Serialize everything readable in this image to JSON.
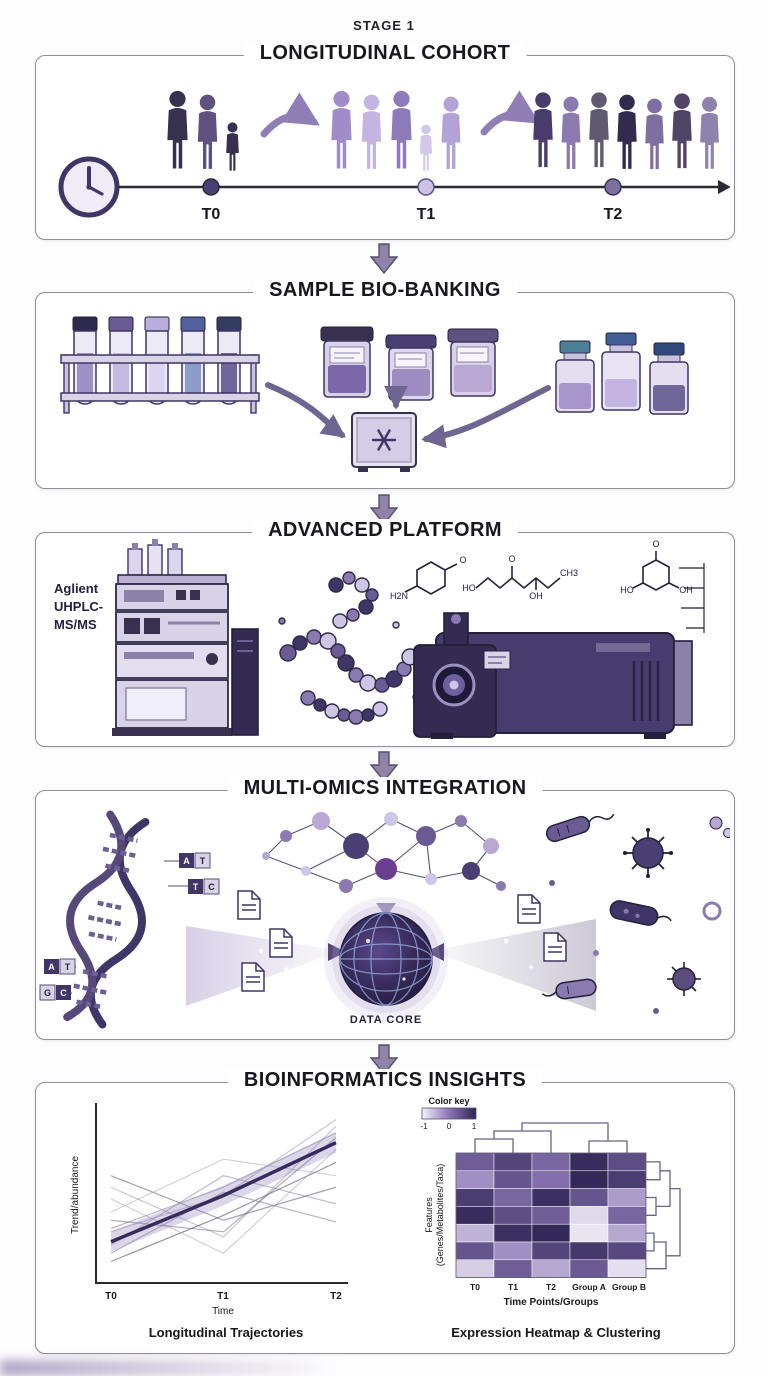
{
  "stage_label": "STAGE 1",
  "cohort": {
    "title": "LONGITUDINAL COHORT",
    "timepoints": [
      "T0",
      "T1",
      "T2"
    ]
  },
  "biobank": {
    "title": "SAMPLE BIO-BANKING"
  },
  "platform": {
    "title": "ADVANCED PLATFORM",
    "instrument_lines": [
      "Aglient",
      "UHPLC-",
      "MS/MS"
    ],
    "chem_labels": [
      "O",
      "H2N",
      "HO",
      "O",
      "OH",
      "CH3",
      "O",
      "HO",
      "OH"
    ]
  },
  "omics": {
    "title": "MULTI-OMICS INTEGRATION",
    "core_label": "DATA CORE",
    "base_tags": [
      [
        "A",
        "T"
      ],
      [
        "T",
        "C"
      ],
      [
        "A",
        "T"
      ],
      [
        "G",
        "C"
      ]
    ]
  },
  "insights": {
    "title": "BIOINFORMATICS INSIGHTS",
    "color_key_label": "Color key",
    "color_key_ticks": [
      "-1",
      "0",
      "1"
    ]
  },
  "colors": {
    "deep_purple": "#3f3566",
    "purple": "#7c6aa6",
    "lavender": "#cfc5e5",
    "arrow": "#8d84a8",
    "box_border": "#8f8f9c"
  },
  "chart_data": [
    {
      "type": "line",
      "title": "Longitudinal Trajectories",
      "x": [
        "T0",
        "T1",
        "T2"
      ],
      "xlabel": "Time",
      "ylabel": "Trend/abundance",
      "ylim": [
        0,
        1
      ],
      "series": [
        [
          0.3,
          0.55,
          0.88
        ],
        [
          0.55,
          0.25,
          0.92
        ],
        [
          0.2,
          0.62,
          0.45
        ],
        [
          0.1,
          0.38,
          0.7
        ],
        [
          0.48,
          0.15,
          0.78
        ],
        [
          0.28,
          0.5,
          0.96
        ],
        [
          0.62,
          0.35,
          0.55
        ],
        [
          0.15,
          0.52,
          0.34
        ],
        [
          0.4,
          0.72,
          0.62
        ],
        [
          0.35,
          0.28,
          0.85
        ]
      ],
      "trend": [
        0.22,
        0.5,
        0.82
      ]
    },
    {
      "type": "heatmap",
      "title": "Expression Heatmap & Clustering",
      "columns": [
        "T0",
        "T1",
        "T2",
        "Group A",
        "Group B"
      ],
      "xlabel": "Time Points/Groups",
      "ylabel": "Features (Genes/Metabolites/Taxa)",
      "ylabel_lines": [
        "Features",
        "(Genes/Metabolites/Taxa)"
      ],
      "scale": {
        "min": -1,
        "max": 1,
        "colors": [
          "#f4f2f9",
          "#8a76b4",
          "#2e2453"
        ]
      },
      "values": [
        [
          0.3,
          0.6,
          0.2,
          0.9,
          0.5
        ],
        [
          -0.2,
          0.4,
          0.1,
          0.95,
          0.7
        ],
        [
          0.7,
          0.2,
          0.85,
          0.4,
          -0.3
        ],
        [
          0.9,
          0.5,
          0.3,
          -0.8,
          0.2
        ],
        [
          -0.5,
          0.85,
          0.95,
          -0.9,
          -0.4
        ],
        [
          0.4,
          -0.2,
          0.6,
          0.75,
          0.55
        ],
        [
          -0.7,
          0.3,
          -0.4,
          0.35,
          -0.85
        ]
      ]
    }
  ]
}
